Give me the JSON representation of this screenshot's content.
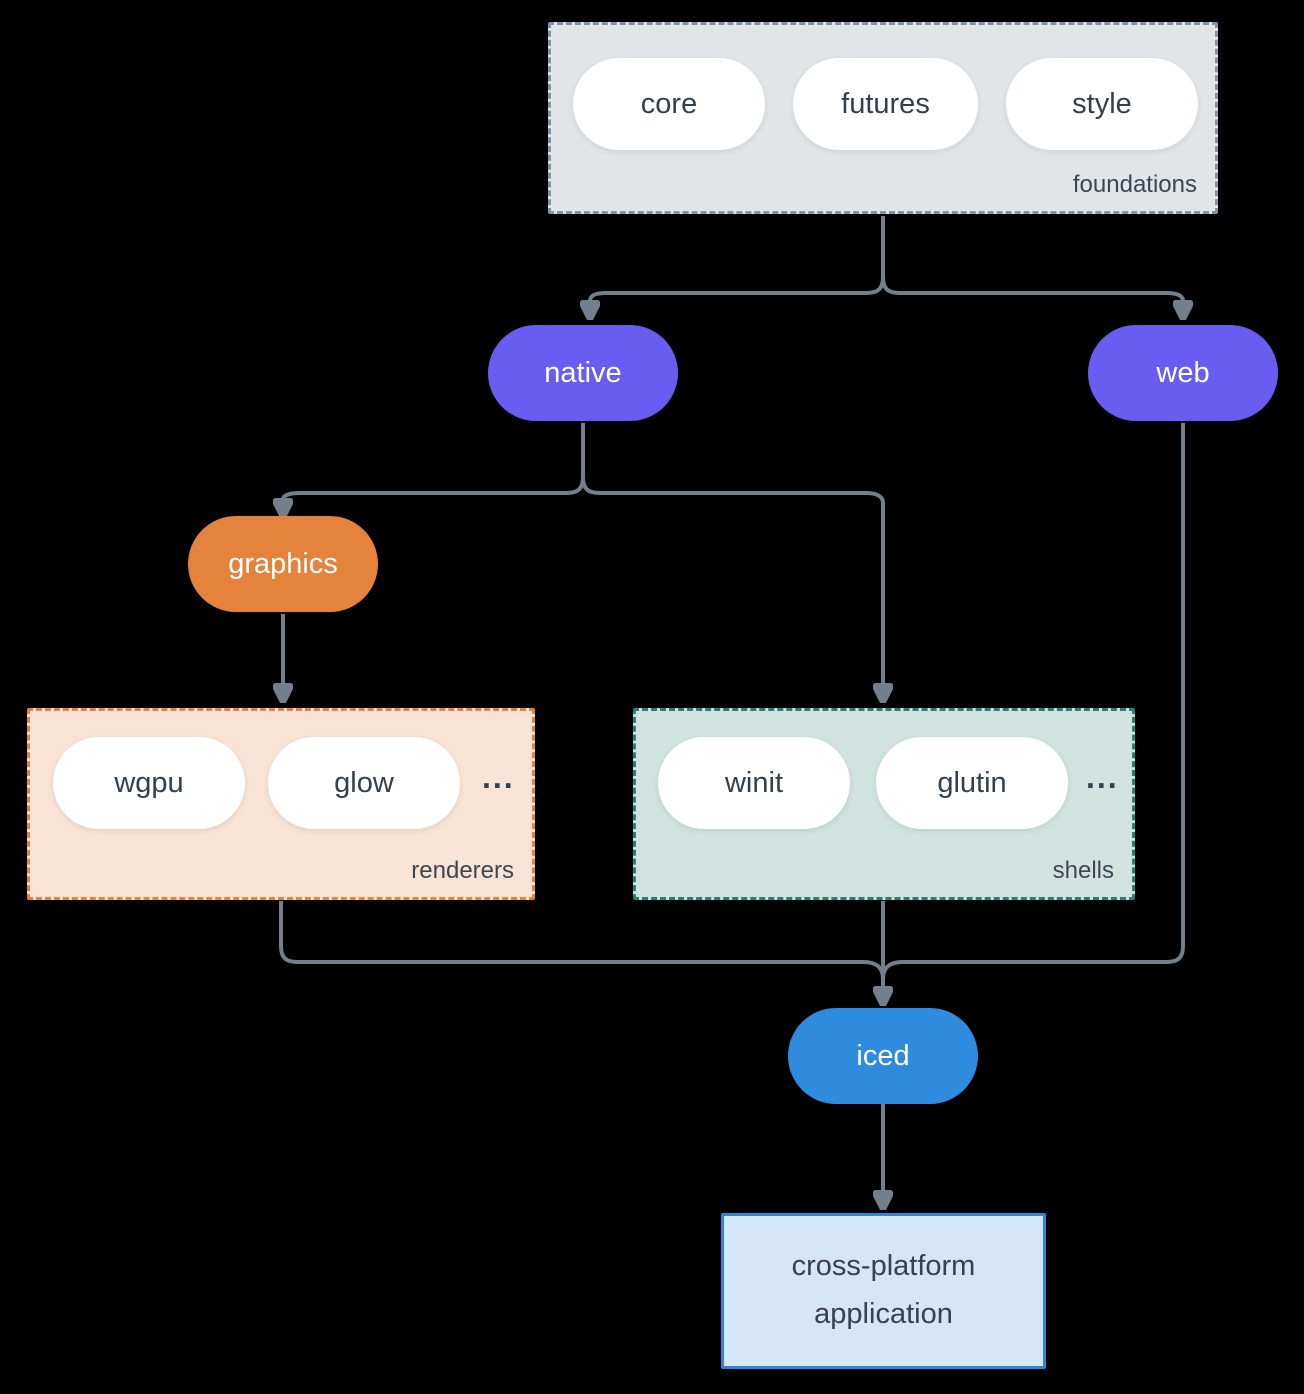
{
  "diagram": {
    "foundations": {
      "label": "foundations",
      "pills": [
        "core",
        "futures",
        "style"
      ]
    },
    "native": {
      "label": "native"
    },
    "web": {
      "label": "web"
    },
    "graphics": {
      "label": "graphics"
    },
    "renderers": {
      "label": "renderers",
      "pills": [
        "wgpu",
        "glow"
      ],
      "more": "..."
    },
    "shells": {
      "label": "shells",
      "pills": [
        "winit",
        "glutin"
      ],
      "more": "..."
    },
    "iced": {
      "label": "iced"
    },
    "application": {
      "label": "cross-platform application"
    }
  },
  "colors": {
    "background": "#000000",
    "connector": "#73808C",
    "purple_node": "#6A5CF0",
    "orange_node": "#E5833C",
    "blue_node": "#2E8BDE",
    "foundations_fill": "#E1E5E8",
    "foundations_border": "#8494A7",
    "renderers_fill": "#F9E3D4",
    "renderers_border": "#E5823C",
    "shells_fill": "#D1E3DE",
    "shells_border": "#2A7F72",
    "application_fill": "#D4E6F7",
    "application_border": "#2D86DD",
    "dark_text": "#32404D",
    "light_text": "#FFFFFF"
  }
}
